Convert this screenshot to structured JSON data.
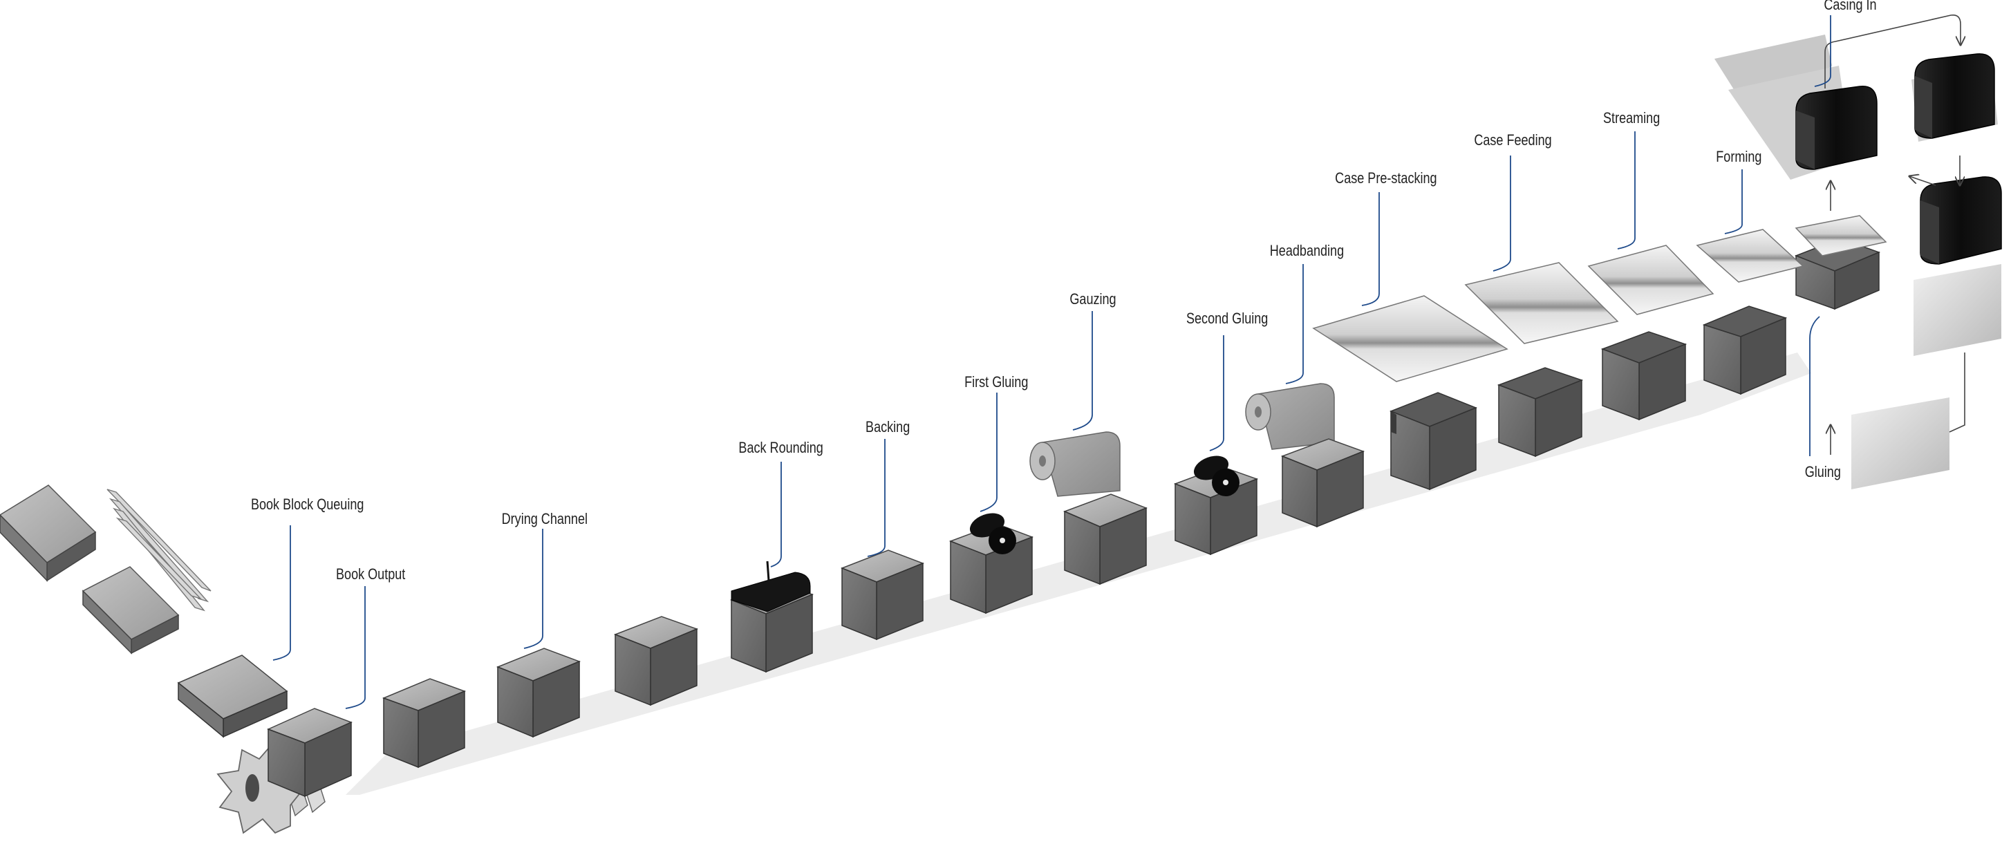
{
  "diagram": {
    "title": "Book binding line",
    "colors": {
      "accent": "#1e4a8a",
      "machine_top": "#a9a9a9",
      "machine_front": "#6f6f6f",
      "machine_side": "#545454",
      "roller": "#0d0d0d",
      "floor": "#ececec"
    },
    "labels": {
      "book_block_queuing": "Book Block Queuing",
      "book_output": "Book Output",
      "drying_channel": "Drying Channel",
      "back_rounding": "Back Rounding",
      "backing": "Backing",
      "first_gluing": "First Gluing",
      "gauzing": "Gauzing",
      "second_gluing": "Second Gluing",
      "headbanding": "Headbanding",
      "case_pre_stacking": "Case Pre-stacking",
      "case_feeding": "Case Feeding",
      "streaming": "Streaming",
      "forming": "Forming",
      "casing_in": "Casing In",
      "gluing": "Gluing"
    }
  }
}
